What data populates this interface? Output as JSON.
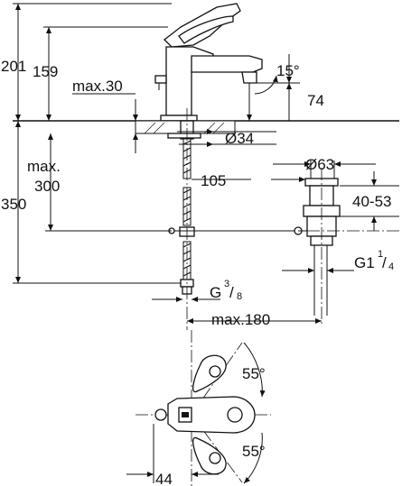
{
  "dimensions": {
    "total_height": "201",
    "spout_height": "159",
    "max_thickness": "max.30",
    "spout_angle": "15°",
    "spout_depth": "74",
    "hole_diameter": "Ø34",
    "max_300_line1": "max.",
    "max_300_line2": "300",
    "installed_height": "350",
    "hose_reach": "105",
    "drain_diameter": "Ø63",
    "drain_range": "40-53",
    "drain_thread_prefix": "G1",
    "drain_thread_num": "1",
    "drain_thread_den": "4",
    "inlet_thread_prefix": "G",
    "inlet_thread_num": "3",
    "inlet_thread_den": "8",
    "max_180": "max.180",
    "lever_angle_top": "55°",
    "lever_angle_bottom": "55°",
    "lever_offset": "44"
  }
}
